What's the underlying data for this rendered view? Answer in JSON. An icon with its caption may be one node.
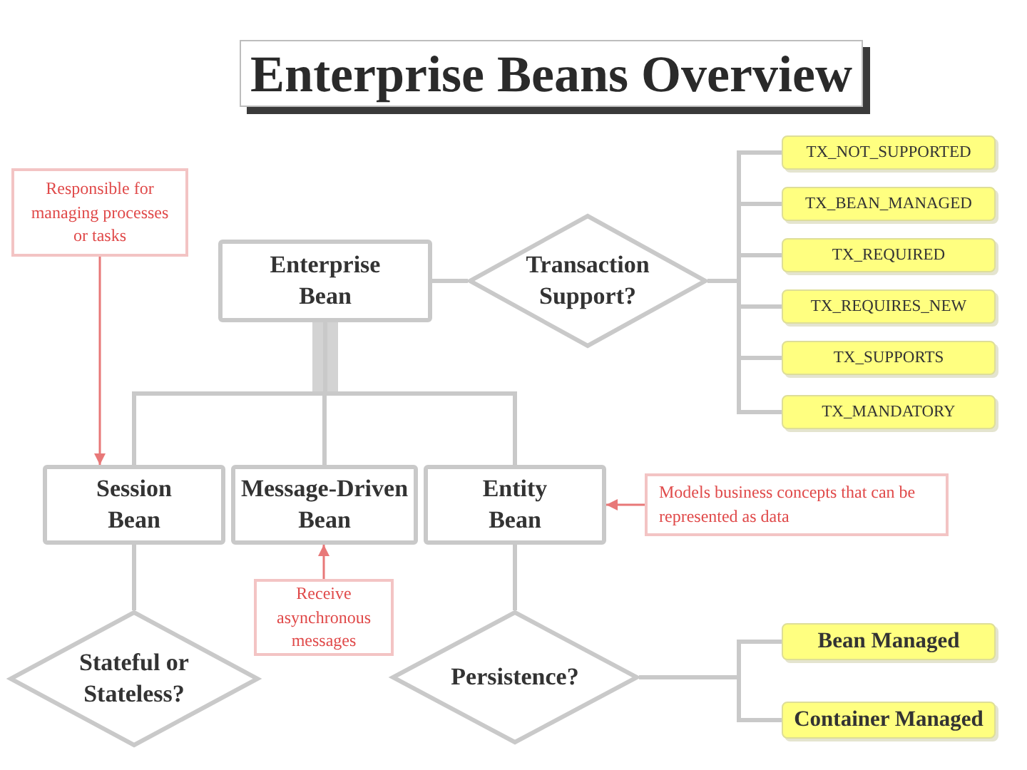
{
  "diagram": {
    "title": "Enterprise Beans Overview",
    "nodes": [
      {
        "text": [
          "Responsible for managing processes or tasks"
        ]
      },
      {
        "text": [
          "Enterprise Bean"
        ]
      },
      {
        "text": [
          "Transaction Support?"
        ]
      },
      {
        "text": [
          "TX_NOT_SUPPORTED"
        ]
      },
      {
        "text": [
          "TX_BEAN_MANAGED"
        ]
      },
      {
        "text": [
          "TX_REQUIRED"
        ]
      },
      {
        "text": [
          "TX_REQUIRES_NEW"
        ]
      },
      {
        "text": [
          "TX_SUPPORTS"
        ]
      },
      {
        "text": [
          "TX_MANDATORY"
        ]
      },
      {
        "text": [
          "Session Bean"
        ]
      },
      {
        "text": [
          "Message-Driven Bean"
        ]
      },
      {
        "text": [
          "Entity Bean"
        ]
      },
      {
        "text": [
          "Models business concepts that can be represented as data"
        ]
      },
      {
        "text": [
          "Receive asynchronous messages"
        ]
      },
      {
        "text": [
          "Stateful or Stateless?"
        ]
      },
      {
        "text": [
          "Persistence?"
        ]
      },
      {
        "text": [
          "Bean Managed"
        ]
      },
      {
        "text": [
          "Container Managed"
        ]
      }
    ],
    "edges": [
      {
        "from": 0,
        "to": 9,
        "arrow": "to",
        "color": "#e87878"
      },
      {
        "from": 1,
        "to": 2,
        "arrow": "none"
      },
      {
        "from": 2,
        "to": 3,
        "arrow": "none"
      },
      {
        "from": 2,
        "to": 4,
        "arrow": "none"
      },
      {
        "from": 2,
        "to": 5,
        "arrow": "none"
      },
      {
        "from": 2,
        "to": 6,
        "arrow": "none"
      },
      {
        "from": 2,
        "to": 7,
        "arrow": "none"
      },
      {
        "from": 2,
        "to": 8,
        "arrow": "none"
      },
      {
        "from": 1,
        "to": 9,
        "arrow": "none"
      },
      {
        "from": 1,
        "to": 10,
        "arrow": "none"
      },
      {
        "from": 1,
        "to": 11,
        "arrow": "none"
      },
      {
        "from": 12,
        "to": 11,
        "arrow": "to",
        "color": "#e87878"
      },
      {
        "from": 13,
        "to": 10,
        "arrow": "to",
        "color": "#e87878"
      },
      {
        "from": 9,
        "to": 14,
        "arrow": "none"
      },
      {
        "from": 11,
        "to": 15,
        "arrow": "none"
      },
      {
        "from": 15,
        "to": 16,
        "arrow": "none"
      },
      {
        "from": 15,
        "to": 17,
        "arrow": "none"
      }
    ]
  }
}
